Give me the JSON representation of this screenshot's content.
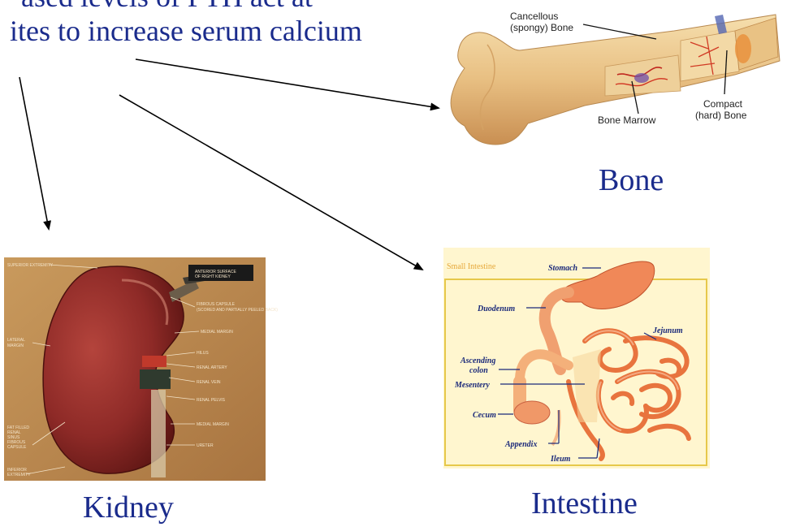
{
  "heading": {
    "line1": "ased levels of PTH act at",
    "line2": "ites to increase serum calcium"
  },
  "captions": {
    "bone": "Bone",
    "kidney": "Kidney",
    "intestine": "Intestine"
  },
  "bone_labels": {
    "cancellous": [
      "Cancellous",
      "(spongy) Bone"
    ],
    "marrow": "Bone Marrow",
    "compact": [
      "Compact",
      "(hard) Bone"
    ]
  },
  "intestine_labels": {
    "small_intestine": "Small Intestine",
    "stomach": "Stomach",
    "duodenum": "Duodenum",
    "jejunum": "Jejunum",
    "ascending_colon": [
      "Ascending",
      "colon"
    ],
    "mesentery": "Mesentery",
    "cecum": "Cecum",
    "appendix": "Appendix",
    "ileum": "Ileum"
  },
  "kidney_labels": {
    "superior": "SUPERIOR EXTREMITY",
    "anterior": [
      "ANTERIOR SURFACE",
      "OF RIGHT KIDNEY"
    ],
    "fibrous": [
      "FIBROUS CAPSULE",
      "(SCORED AND PARTIALLY PEELED BACK)"
    ],
    "medial": "MEDIAL MARGIN",
    "lateral": [
      "LATERAL",
      "MARGIN"
    ],
    "hilus": "HILUS",
    "artery": "RENAL ARTERY",
    "vein": "RENAL VEIN",
    "pelvis": "RENAL PELVIS",
    "medial2": "MEDIAL MARGIN",
    "fat": [
      "FAT FILLED",
      "RENAL",
      "SINUS",
      "FIBROUS",
      "CAPSULE"
    ],
    "ureter": "URETER",
    "inferior": [
      "INFERIOR",
      "EXTREMITY"
    ]
  }
}
